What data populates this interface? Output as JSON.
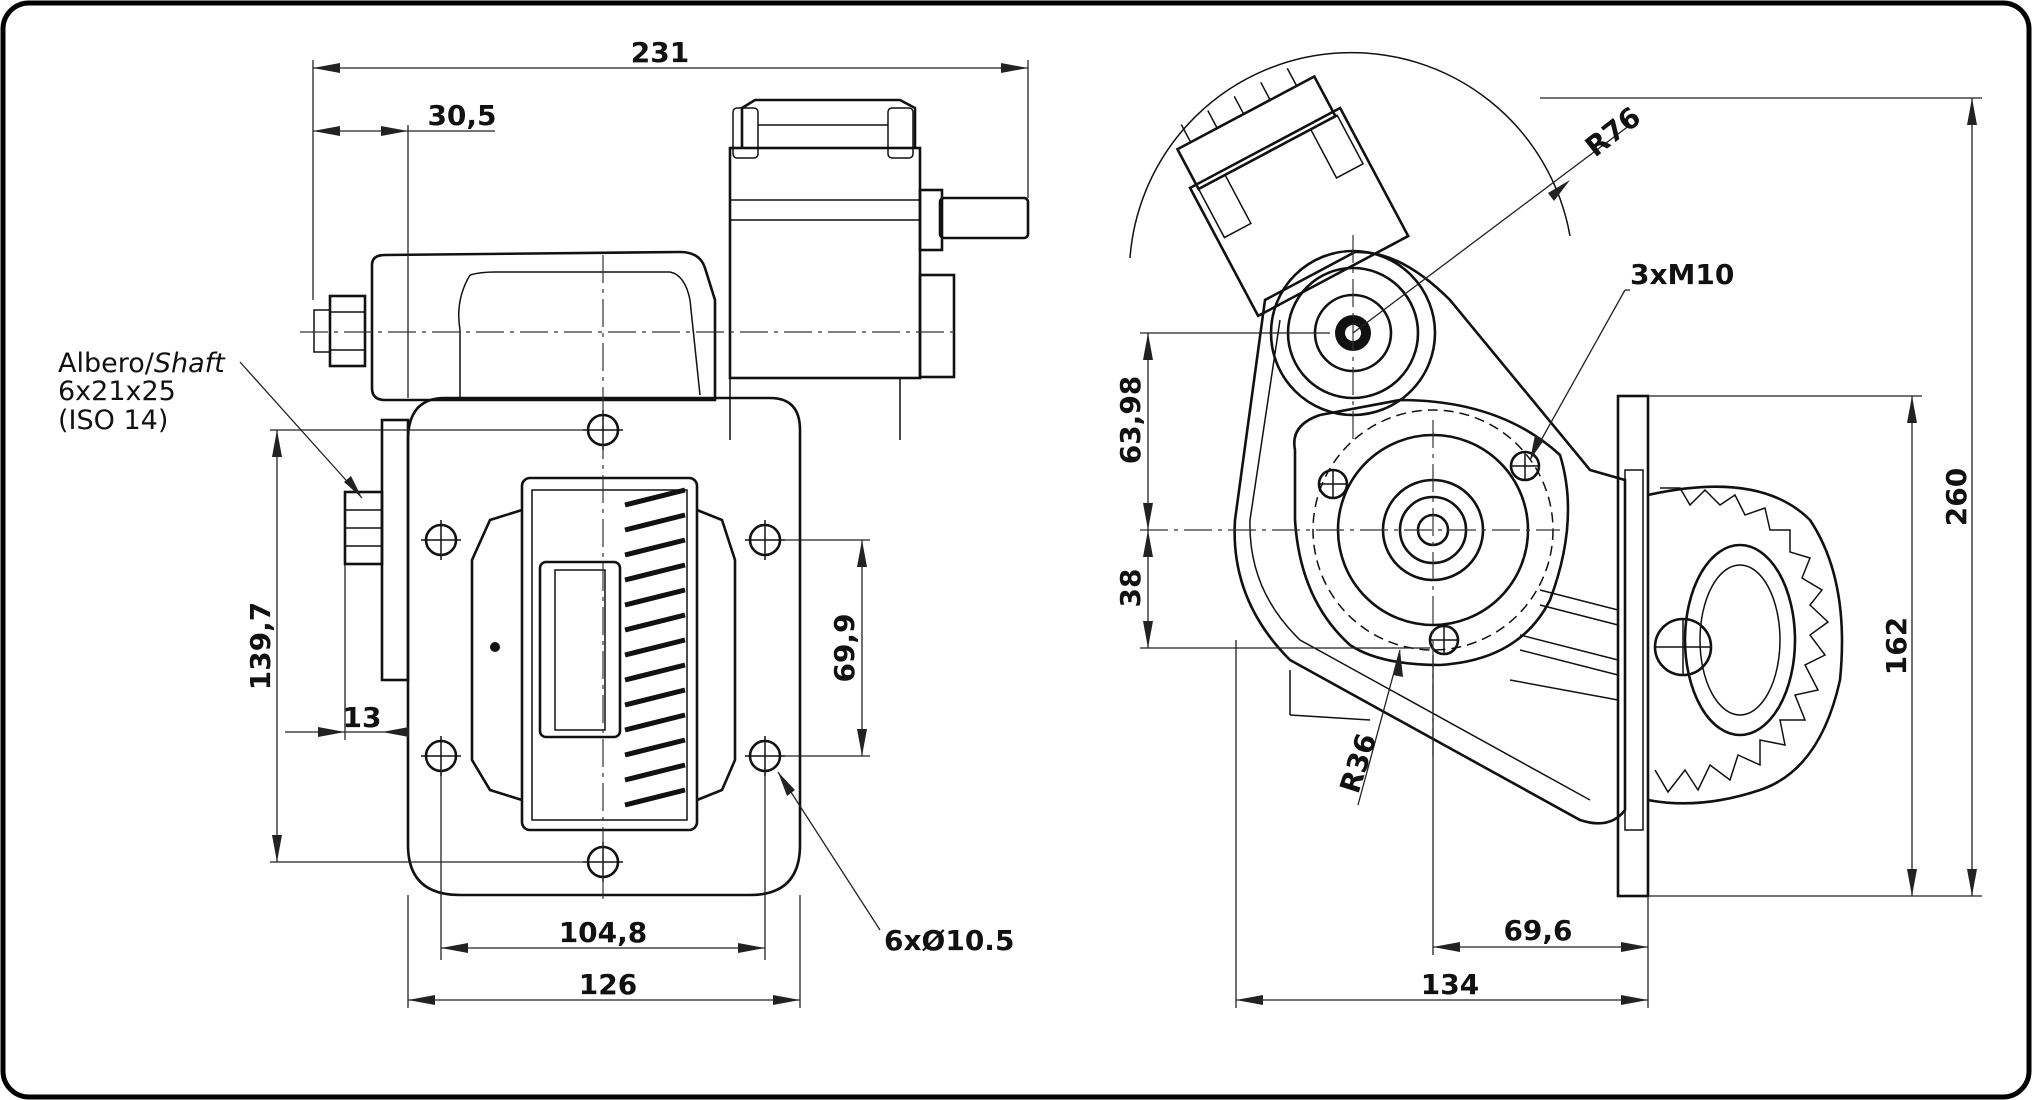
{
  "drawing": {
    "shaft_note": {
      "line1_prefix": "Albero/",
      "line1_italic": "Shaft",
      "line2": "6x21x25",
      "line3": "(ISO 14)"
    },
    "front_view": {
      "overall_length": "231",
      "shaft_offset": "30,5",
      "flange_height": "139,7",
      "shaft_protrusion": "13",
      "hole_spacing_vertical": "69,9",
      "hole_spacing_horizontal": "104,8",
      "flange_width": "126",
      "hole_callout": "6xØ10.5"
    },
    "side_view": {
      "radius_large": "R76",
      "thread_callout": "3xM10",
      "offset_upper": "63,98",
      "offset_lower": "38",
      "radius_small": "R36",
      "total_height": "260",
      "gear_height": "162",
      "horizontal_offset": "69,6",
      "total_width": "134"
    }
  },
  "colors": {
    "line": "#111111",
    "background": "#ffffff",
    "frame": "#000000"
  }
}
